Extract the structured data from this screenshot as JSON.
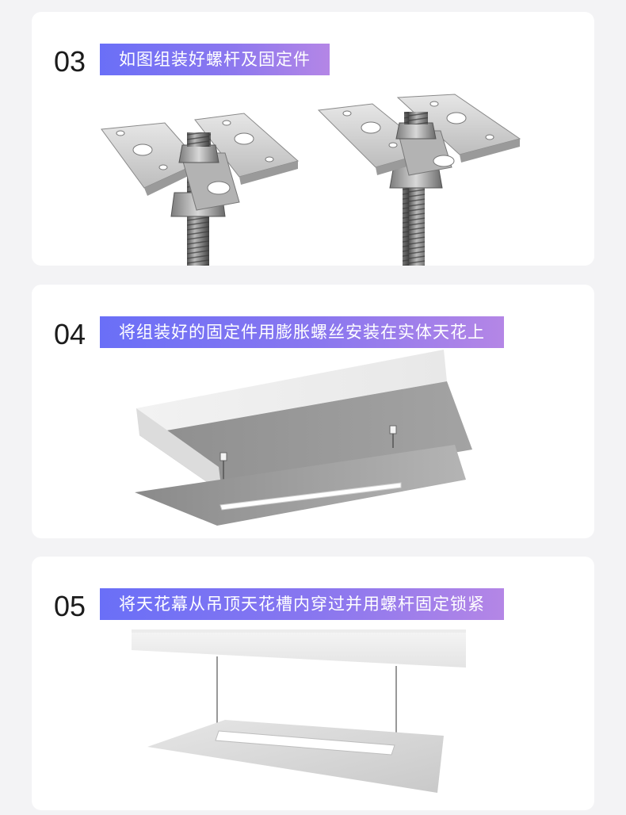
{
  "steps": [
    {
      "number": "03",
      "label": "如图组装好螺杆及固定件",
      "illustration": "bracket-with-threaded-rod"
    },
    {
      "number": "04",
      "label": "将组装好的固定件用膨胀螺丝安装在实体天花上",
      "illustration": "ceiling-slab-with-fixtures"
    },
    {
      "number": "05",
      "label": "将天花幕从吊顶天花槽内穿过并用螺杆固定锁紧",
      "illustration": "suspended-ceiling-panel"
    }
  ],
  "colors": {
    "page_bg": "#f3f3f5",
    "card_bg": "#ffffff",
    "label_gradient_start": "#6a6ff7",
    "label_gradient_end": "#b486e6",
    "label_text": "#ffffff",
    "number_text": "#1b1b1b"
  }
}
